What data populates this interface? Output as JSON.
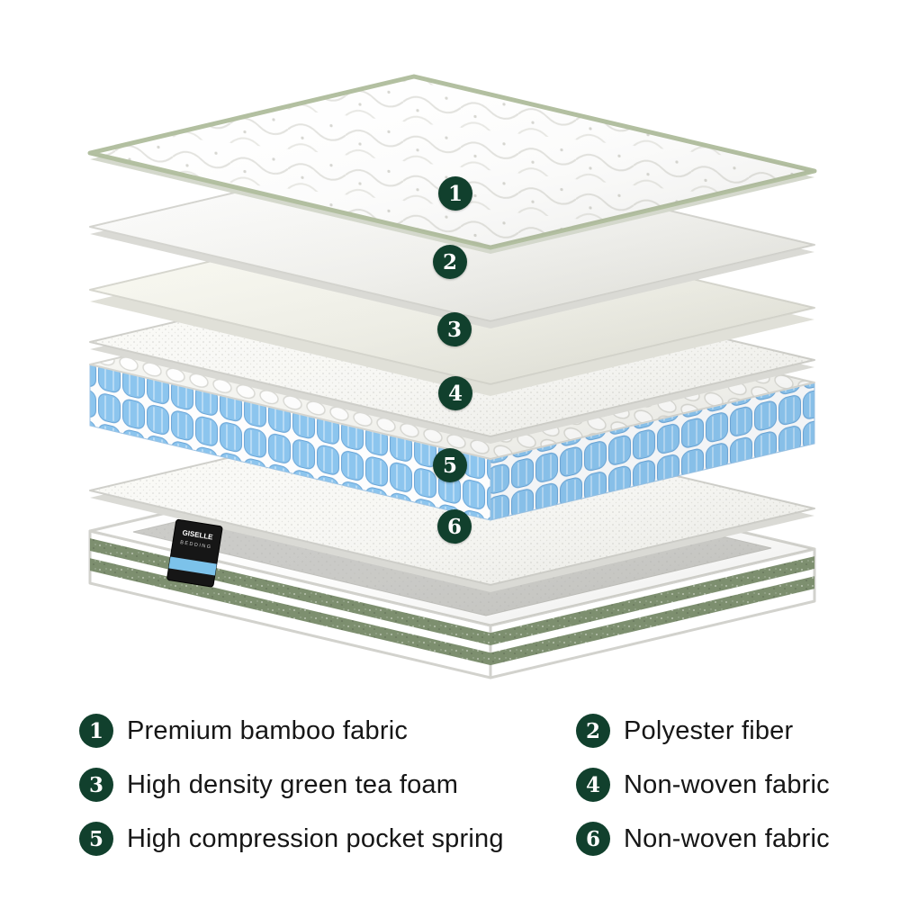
{
  "colors": {
    "badge-green": "#11402d",
    "spring-blue": "#8cc5ee",
    "stripe-green": "#7d8f6f",
    "edge-green": "#b2bfa0",
    "tag-blue": "#7cc2ea",
    "text-dark": "#161616",
    "page-bg": "#ffffff"
  },
  "diagram": {
    "badges": [
      "1",
      "2",
      "3",
      "4",
      "5",
      "6"
    ],
    "tag": {
      "line1": "GISELLE",
      "line2": "BEDDING"
    }
  },
  "legend": {
    "items": [
      {
        "number": "1",
        "label": "Premium bamboo fabric"
      },
      {
        "number": "2",
        "label": "Polyester fiber"
      },
      {
        "number": "3",
        "label": "High density green tea foam"
      },
      {
        "number": "4",
        "label": "Non-woven fabric"
      },
      {
        "number": "5",
        "label": "High compression pocket spring"
      },
      {
        "number": "6",
        "label": "Non-woven fabric"
      }
    ]
  }
}
